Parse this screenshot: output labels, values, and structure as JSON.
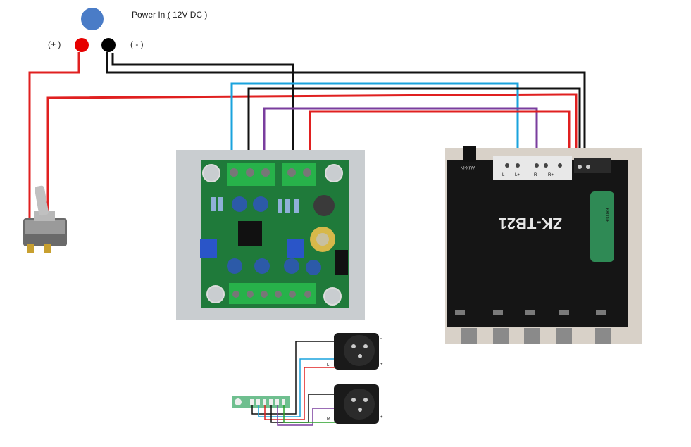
{
  "power": {
    "title_prefix": "Power In",
    "title_open": "(",
    "title_value": " 12V DC )",
    "plus_label": "(+ )",
    "minus_label": "( - )",
    "colors": {
      "indicator": "#4a7cc7",
      "positive": "#e60000",
      "negative": "#000000"
    }
  },
  "wires": {
    "colors": {
      "red": "#e02020",
      "black": "#111111",
      "blue": "#1aa3dd",
      "purple": "#7a3d9e",
      "green": "#2aa02a"
    }
  },
  "amp_board": {
    "name": "ZK-TB21",
    "terminal_labels": [
      "L-",
      "L+",
      "R-",
      "R+"
    ],
    "capacitor_text": "6800uF",
    "aux_label": "AUX-IN"
  },
  "xlr": {
    "left": {
      "channel": "L",
      "plus": "+",
      "minus": "-"
    },
    "right": {
      "channel": "R",
      "plus": "+",
      "minus": "-"
    }
  }
}
